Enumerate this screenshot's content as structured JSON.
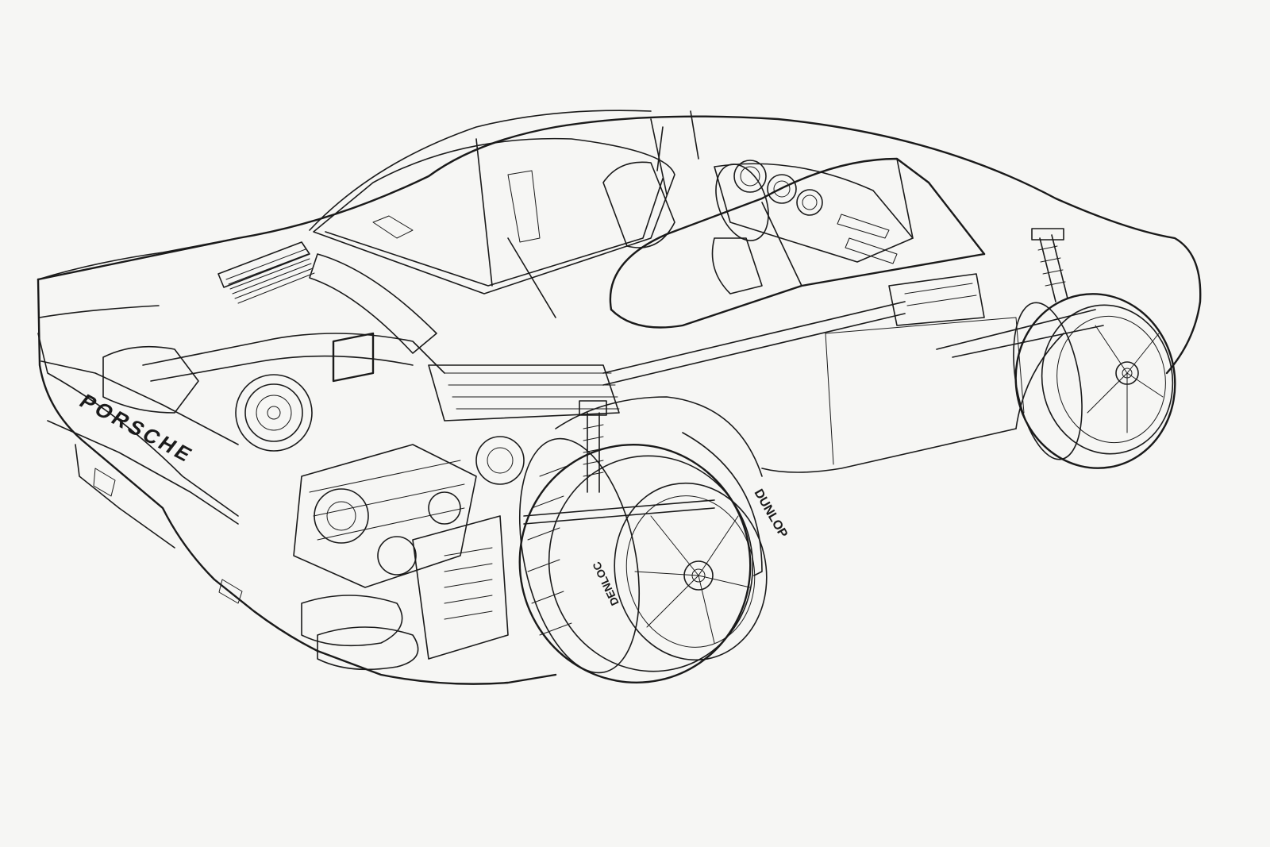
{
  "image": {
    "background_color": "#f6f6f4",
    "ink_color": "#1a1a1a"
  },
  "labels": {
    "brand": "PORSCHE",
    "tire_brand": "DUNLOP",
    "tire_model": "DENLOC"
  }
}
